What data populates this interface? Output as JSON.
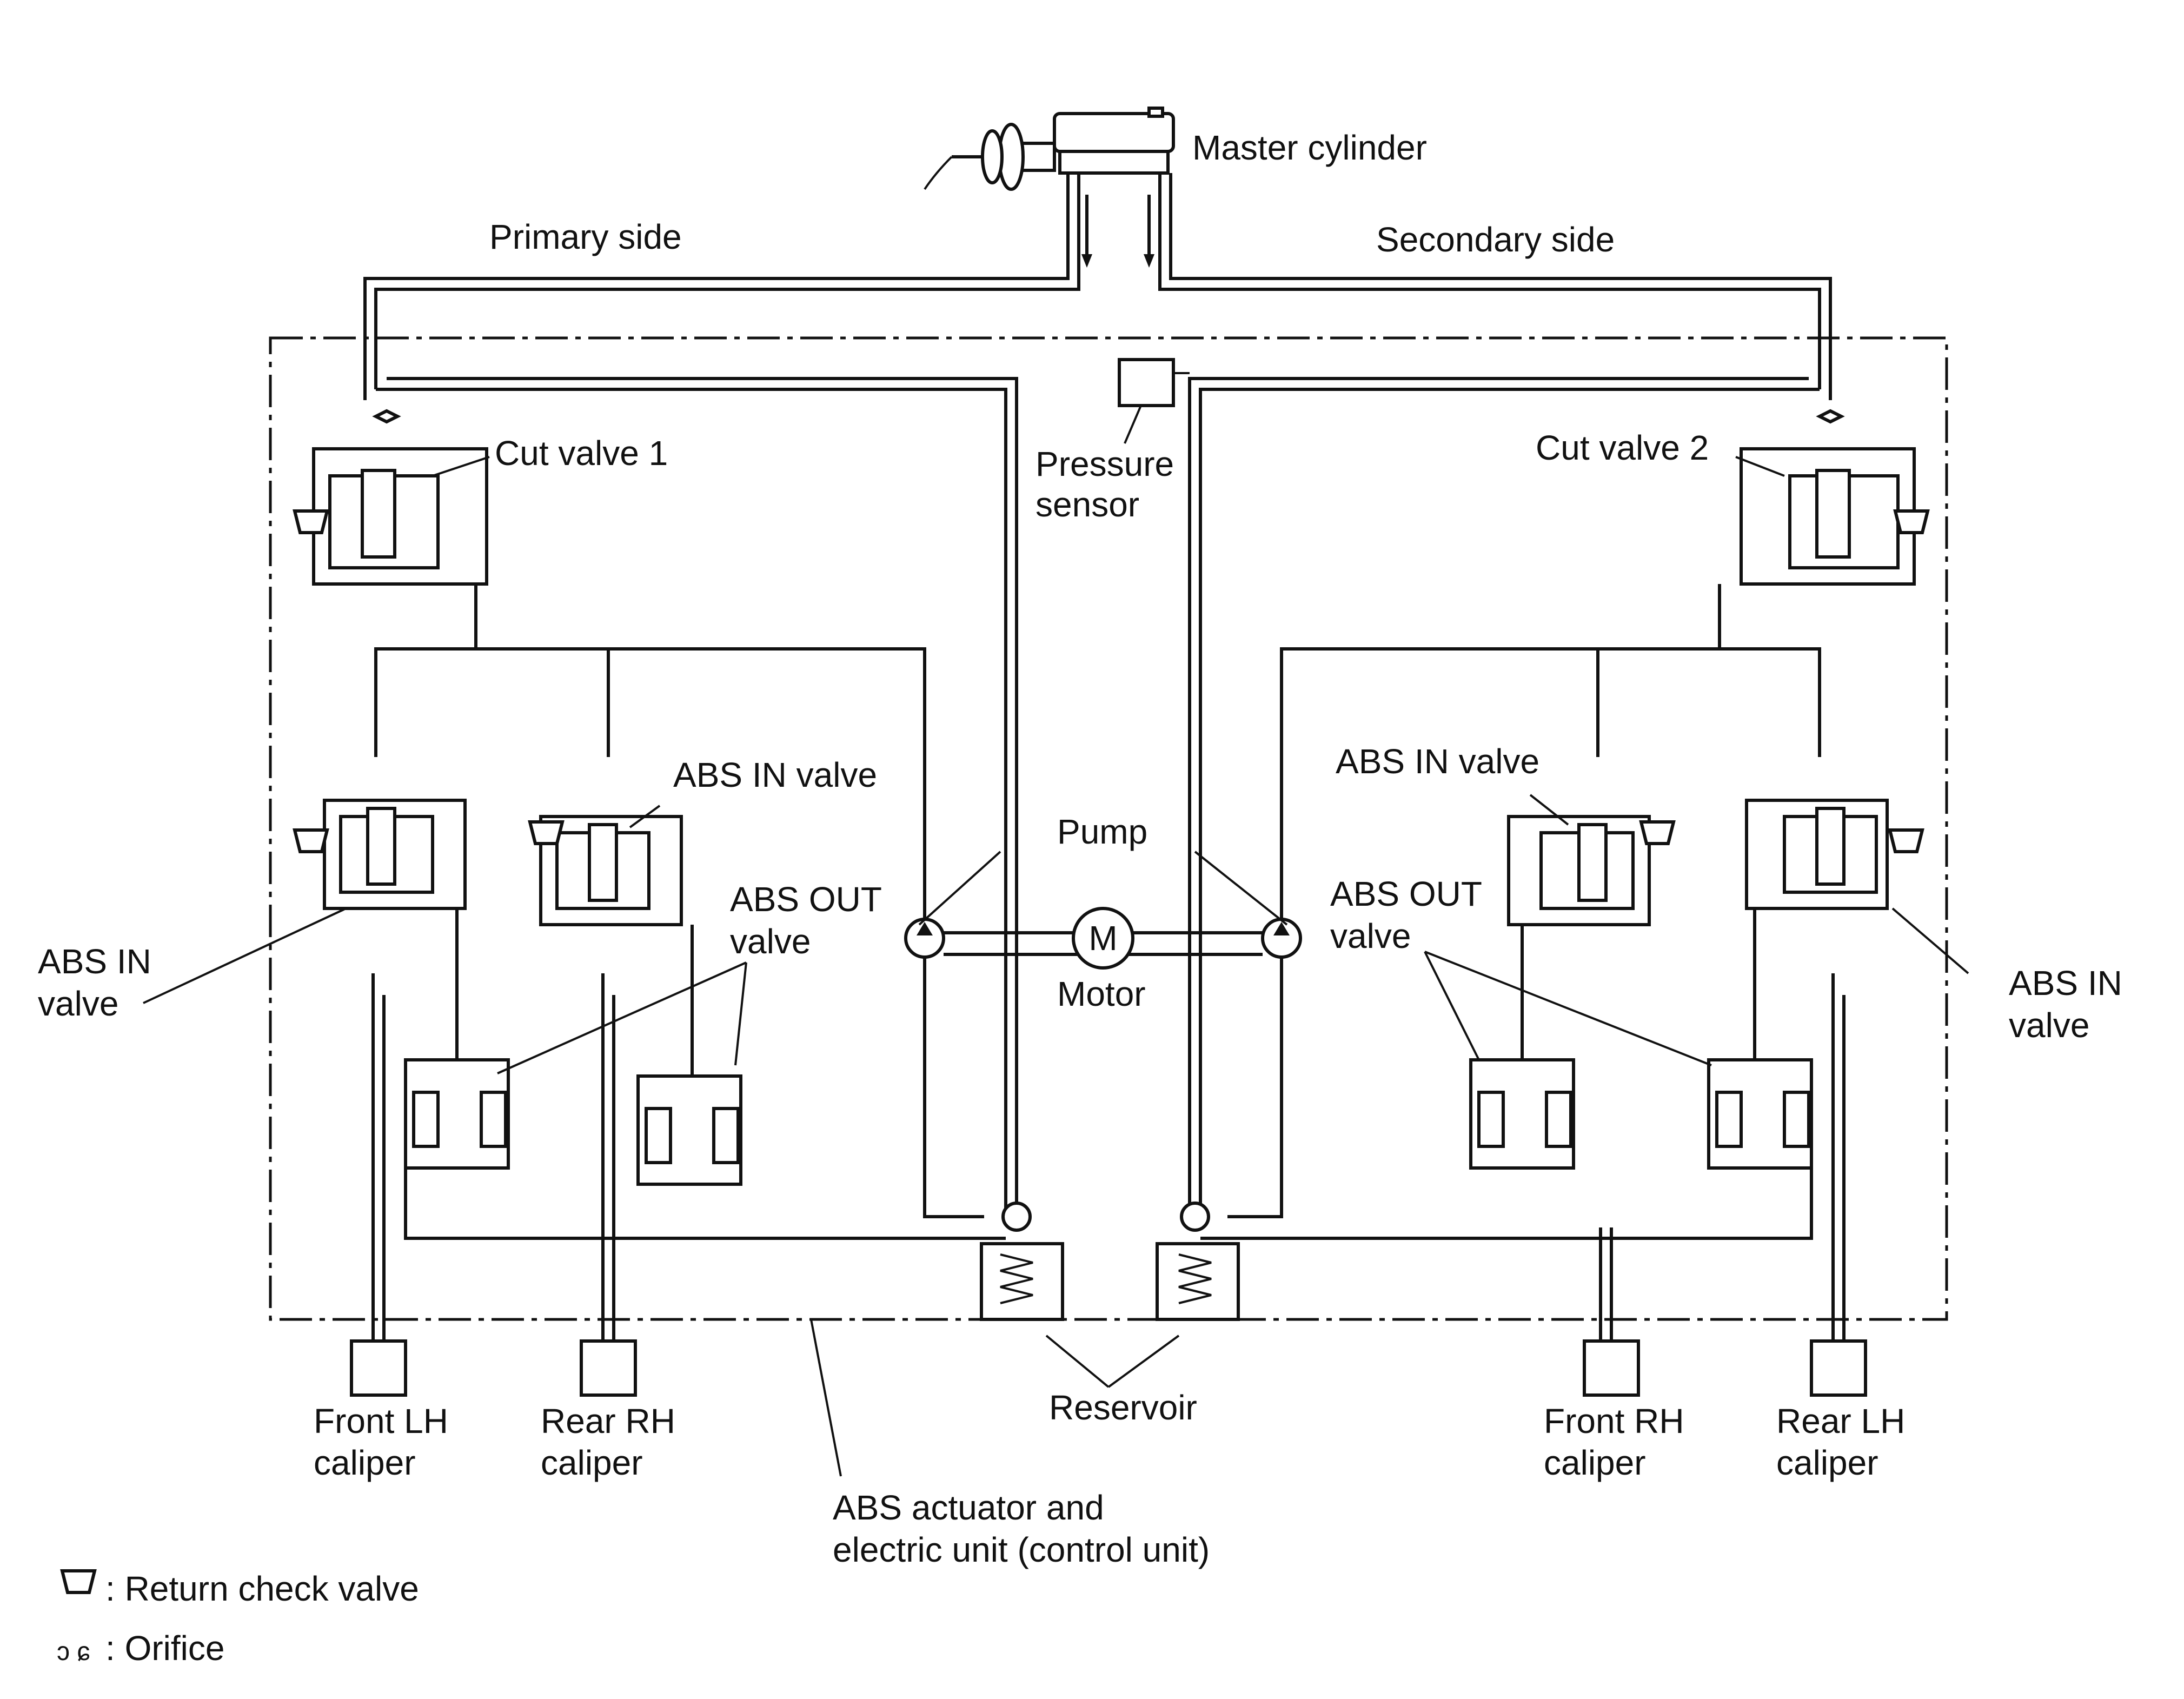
{
  "labels": {
    "master_cylinder": "Master cylinder",
    "primary_side": "Primary side",
    "secondary_side": "Secondary side",
    "cut_valve_1": "Cut valve 1",
    "cut_valve_2": "Cut valve 2",
    "pressure_sensor_l1": "Pressure",
    "pressure_sensor_l2": "sensor",
    "abs_in_valve": "ABS IN valve",
    "abs_in_l1": "ABS IN",
    "abs_in_l2": "valve",
    "abs_out_l1": "ABS OUT",
    "abs_out_l2": "valve",
    "pump": "Pump",
    "motor": "Motor",
    "motor_symbol": "M",
    "reservoir": "Reservoir",
    "front_lh_l1": "Front LH",
    "front_rh_l1": "Front RH",
    "rear_rh_l1": "Rear RH",
    "rear_lh_l1": "Rear LH",
    "caliper": "caliper",
    "actuator_l1": "ABS actuator and",
    "actuator_l2": "electric unit (control unit)"
  },
  "legend": {
    "return_check_valve": ": Return check valve",
    "orifice": ": Orifice",
    "orifice_symbol": "ɔ ɕ"
  }
}
